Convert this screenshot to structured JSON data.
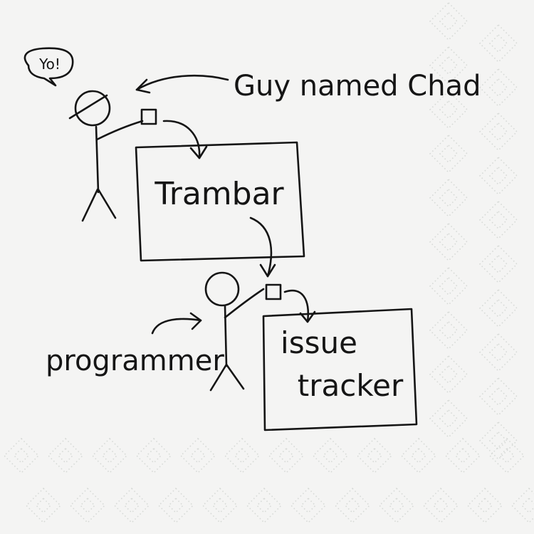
{
  "colors": {
    "paper": "#f4f4f3",
    "ink": "#151515",
    "emboss": "#d6d9d6"
  },
  "labels": {
    "speech": "Yo!",
    "chad": "Guy named Chad",
    "trambar": "Trambar",
    "programmer": "programmer",
    "issue_line1": "issue",
    "issue_line2": "tracker"
  },
  "icons": {
    "speech_bubble": "speech-bubble-icon",
    "person": "stick-figure-icon",
    "note": "message-square-icon"
  }
}
